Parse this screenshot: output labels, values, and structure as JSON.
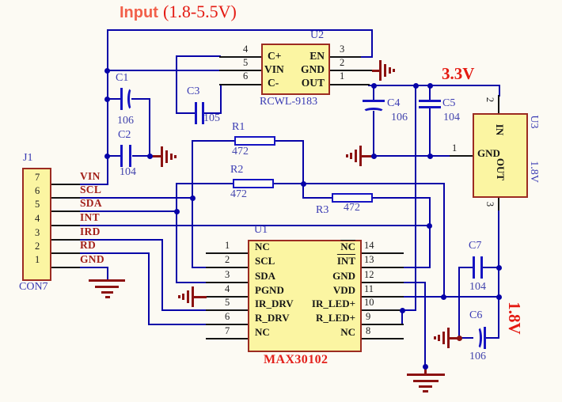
{
  "power": {
    "input_word": "Input",
    "input_range": "(1.8-5.5V)",
    "rail_33": "3.3V",
    "rail_18": "1.8V"
  },
  "j1": {
    "ref": "J1",
    "part": "CON7",
    "pins": [
      {
        "n": "7",
        "net": "VIN"
      },
      {
        "n": "6",
        "net": "SCL"
      },
      {
        "n": "5",
        "net": "SDA"
      },
      {
        "n": "4",
        "net": "INT"
      },
      {
        "n": "3",
        "net": "IRD"
      },
      {
        "n": "2",
        "net": "RD"
      },
      {
        "n": "1",
        "net": "GND"
      }
    ]
  },
  "u2": {
    "ref": "U2",
    "part": "RCWL-9183",
    "left": [
      {
        "n": "4",
        "l": "C+"
      },
      {
        "n": "5",
        "l": "VIN"
      },
      {
        "n": "6",
        "l": "C-"
      }
    ],
    "right": [
      {
        "n": "3",
        "l": "EN"
      },
      {
        "n": "2",
        "l": "GND"
      },
      {
        "n": "1",
        "l": "OUT"
      }
    ]
  },
  "u1": {
    "ref": "U1",
    "part": "MAX30102",
    "left": [
      {
        "n": "1",
        "l": "NC"
      },
      {
        "n": "2",
        "l": "SCL"
      },
      {
        "n": "3",
        "l": "SDA"
      },
      {
        "n": "4",
        "l": "PGND"
      },
      {
        "n": "5",
        "l": "IR_DRV"
      },
      {
        "n": "6",
        "l": "R_DRV"
      },
      {
        "n": "7",
        "l": "NC"
      }
    ],
    "right": [
      {
        "n": "14",
        "l": "NC"
      },
      {
        "n": "13",
        "l": "INT"
      },
      {
        "n": "12",
        "l": "GND"
      },
      {
        "n": "11",
        "l": "VDD"
      },
      {
        "n": "10",
        "l": "IR_LED+"
      },
      {
        "n": "9",
        "l": "R_LED+"
      },
      {
        "n": "8",
        "l": "NC"
      }
    ]
  },
  "u3": {
    "ref": "U3",
    "value": "1.8V",
    "pin_in": "IN",
    "pin_gnd": "GND",
    "pin_out": "OUT",
    "n_top": "2",
    "n_left": "1",
    "n_bottom": "3"
  },
  "capacitors": [
    {
      "ref": "C1",
      "value": "106"
    },
    {
      "ref": "C2",
      "value": "104"
    },
    {
      "ref": "C3",
      "value": "105"
    },
    {
      "ref": "C4",
      "value": "106"
    },
    {
      "ref": "C5",
      "value": "104"
    },
    {
      "ref": "C6",
      "value": "106"
    },
    {
      "ref": "C7",
      "value": "104"
    }
  ],
  "resistors": [
    {
      "ref": "R1",
      "value": "472"
    },
    {
      "ref": "R2",
      "value": "472"
    },
    {
      "ref": "R3",
      "value": "472"
    }
  ],
  "colors": {
    "wire": "#0703a8",
    "stub": "#141414",
    "ground": "#8c1211",
    "box_fill": "#fbf5a2",
    "box_border": "#9c2b21",
    "designator": "#393ab3",
    "net_label": "#a2201a",
    "power_label": "#e41a12"
  }
}
